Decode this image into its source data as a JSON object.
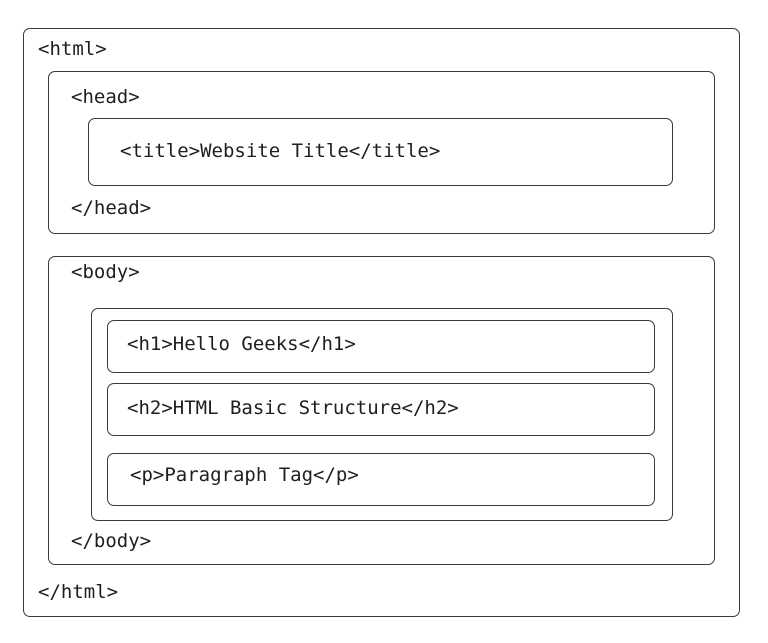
{
  "diagram": {
    "html_open": "<html>",
    "html_close": "</html>",
    "head_open": "<head>",
    "head_close": "</head>",
    "title_tag": "<title>Website Title</title>",
    "body_open": "<body>",
    "body_close": "</body>",
    "h1_tag": "<h1>Hello Geeks</h1>",
    "h2_tag": "<h2>HTML Basic Structure</h2>",
    "p_tag": "<p>Paragraph Tag</p>"
  }
}
